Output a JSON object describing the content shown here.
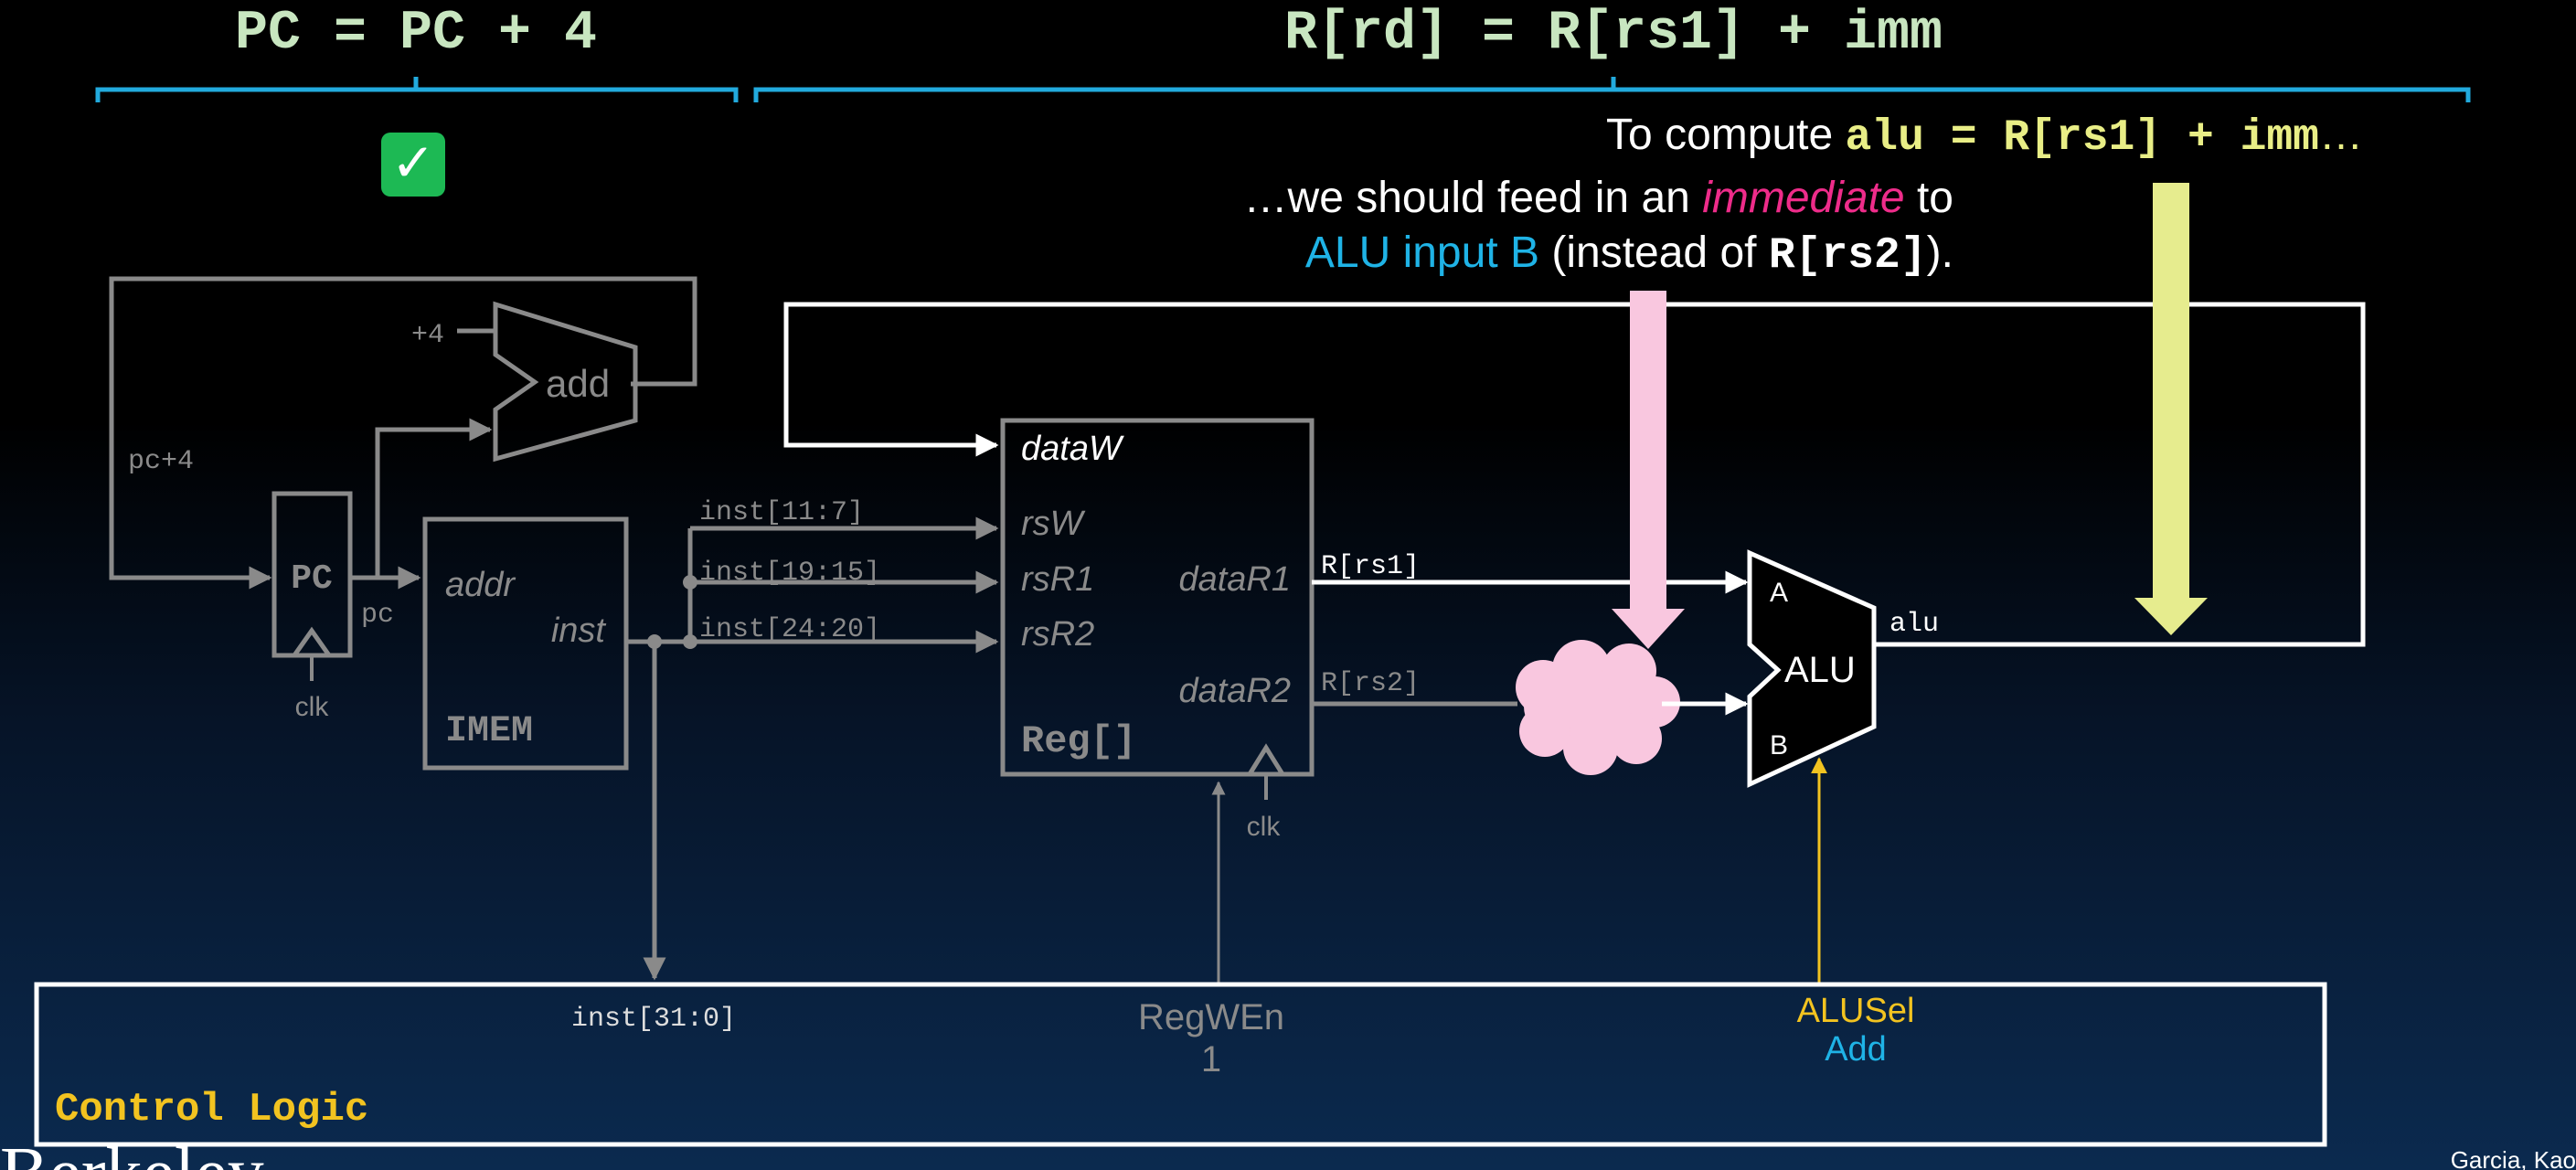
{
  "headings": {
    "pc_update": "PC = PC + 4",
    "reg_update": "R[rd] = R[rs1] + imm",
    "pc_done_mark": "✓"
  },
  "annotations": {
    "compute_prefix": "To compute ",
    "compute_expr": "alu = R[rs1] + imm",
    "compute_suffix": "…",
    "feed_line1_pre": "…we should feed in an ",
    "feed_line1_em": "immediate",
    "feed_line1_post": " to",
    "feed_line2_hl": "ALU input B",
    "feed_line2_pre": " (instead of ",
    "feed_line2_code": "R[rs2]",
    "feed_line2_post": ")."
  },
  "pc_logic": {
    "plus4": "+4",
    "add": "add",
    "pc_plus4": "pc+4",
    "pc_box": "PC",
    "pc_wire": "pc",
    "clk": "clk"
  },
  "imem": {
    "addr": "addr",
    "inst": "inst",
    "name": "IMEM"
  },
  "wires": {
    "inst_11_7": "inst[11:7]",
    "inst_19_15": "inst[19:15]",
    "inst_24_20": "inst[24:20]",
    "inst_31_0": "inst[31:0]",
    "r_rs1": "R[rs1]",
    "r_rs2": "R[rs2]",
    "alu_out": "alu"
  },
  "regfile": {
    "dataW": "dataW",
    "rsW": "rsW",
    "rsR1": "rsR1",
    "rsR2": "rsR2",
    "dataR1": "dataR1",
    "dataR2": "dataR2",
    "name": "Reg[]",
    "clk": "clk"
  },
  "alu": {
    "a": "A",
    "b": "B",
    "name": "ALU"
  },
  "control": {
    "title": "Control Logic",
    "regwen_label": "RegWEn",
    "regwen_value": "1",
    "alusel_label": "ALUSel",
    "alusel_value": "Add"
  },
  "footer": {
    "left_partial": "Berkeley",
    "right_partial": "Garcia, Kao"
  },
  "colors": {
    "heading": "#c8e6c0",
    "brace": "#22aadd",
    "gray": "#8a8a8a",
    "white": "#ffffff",
    "pink_arrow": "#f9c7df",
    "yellow_arrow": "#e6ec8e",
    "yellow_text": "#e9ee86",
    "magenta": "#ee2c8a",
    "cyan": "#1fb3e6",
    "gold": "#f2c320",
    "check": "#1db954"
  }
}
